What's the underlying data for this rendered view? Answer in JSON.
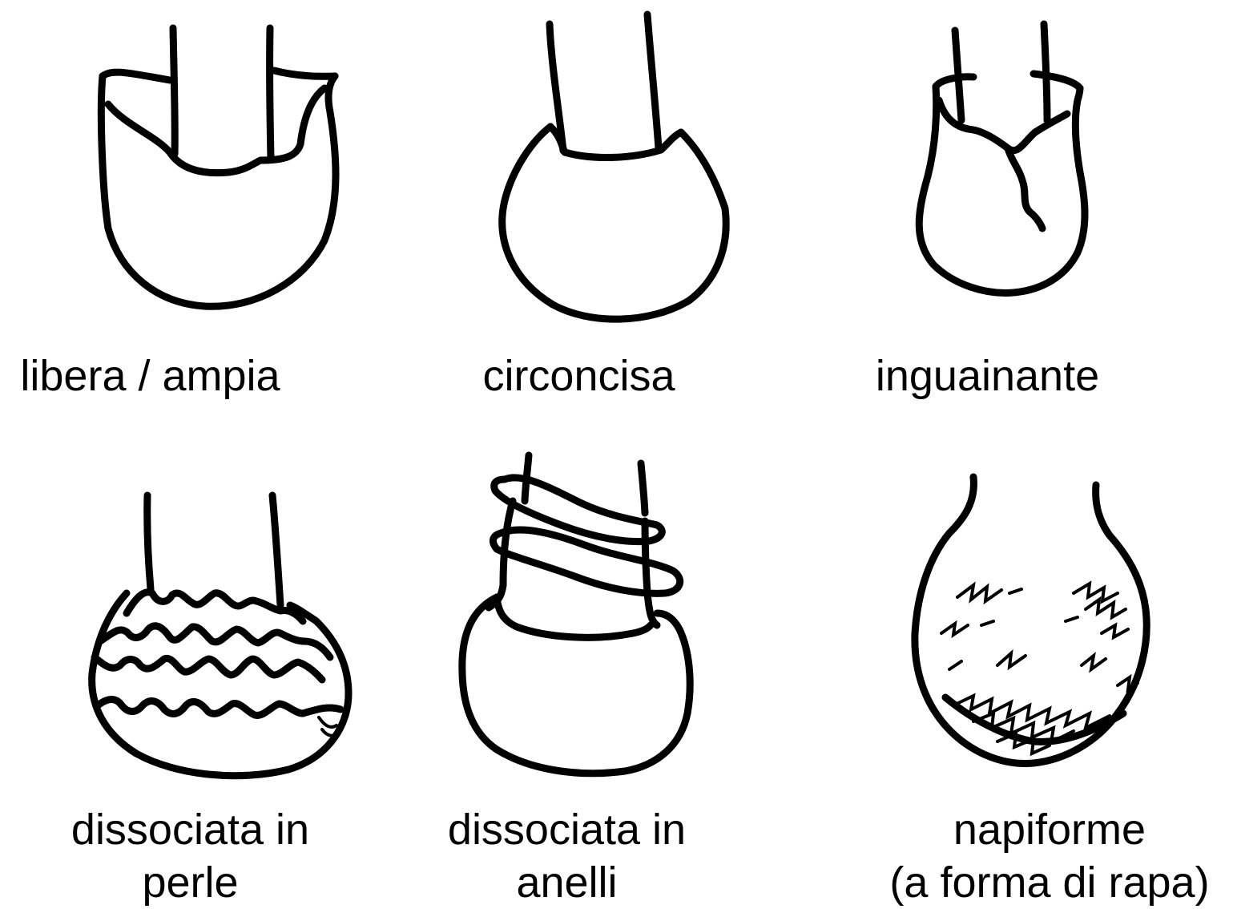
{
  "figures": [
    {
      "id": "libera",
      "label_lines": [
        "libera / ampia"
      ]
    },
    {
      "id": "circoncisa",
      "label_lines": [
        "circoncisa"
      ]
    },
    {
      "id": "inguainante",
      "label_lines": [
        "inguainante"
      ]
    },
    {
      "id": "perle",
      "label_lines": [
        "dissociata in",
        "perle"
      ]
    },
    {
      "id": "anelli",
      "label_lines": [
        "dissociata in",
        "anelli"
      ]
    },
    {
      "id": "napiforme",
      "label_lines": [
        "napiforme",
        "(a forma di rapa)"
      ]
    }
  ],
  "colors": {
    "ink": "#000000",
    "background": "#ffffff"
  }
}
